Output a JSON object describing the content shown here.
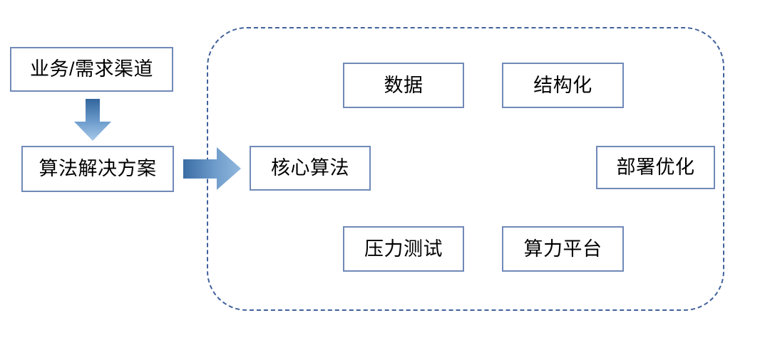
{
  "diagram": {
    "title_text": "",
    "flow": {
      "source_boxes": [
        {
          "id": "business",
          "label": "业务/需求渠道"
        },
        {
          "id": "solution",
          "label": "算法解决方案"
        }
      ],
      "connectors": [
        {
          "id": "down-arrow",
          "shape": "down-arrow",
          "from": "business",
          "to": "solution",
          "label": ""
        },
        {
          "id": "right-arrow",
          "shape": "right-arrow",
          "from": "solution",
          "to": "core",
          "label": ""
        }
      ]
    },
    "group": {
      "name": "algorithm-capability-group",
      "border_style": "dashed",
      "border_color": "#41619b",
      "items": [
        {
          "id": "data",
          "label": "数据"
        },
        {
          "id": "structure",
          "label": "结构化"
        },
        {
          "id": "core",
          "label": "核心算法"
        },
        {
          "id": "deploy",
          "label": "部署优化"
        },
        {
          "id": "stress",
          "label": "压力测试"
        },
        {
          "id": "platform",
          "label": "算力平台"
        }
      ]
    },
    "colors": {
      "box_border": "#7089b8",
      "box_fill": "#ffffff",
      "group_border": "#41619b",
      "arrow_dark": "#31659c",
      "arrow_light": "#9dc3e6",
      "text": "#000000"
    }
  }
}
